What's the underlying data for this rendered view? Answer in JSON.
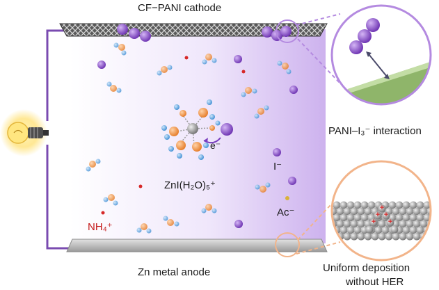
{
  "labels": {
    "cathode": "CF−PANI cathode",
    "anode": "Zn metal anode",
    "interaction": "PANI–I₃⁻ interaction",
    "uniform_line1": "Uniform deposition",
    "uniform_line2": "without HER",
    "complex": "ZnI(H₂O)₅⁺",
    "electron": "e⁻",
    "iodide": "I⁻",
    "acetate": "Ac⁻",
    "ammonium": "NH₄⁺"
  },
  "colors": {
    "iodine": "#8b4bc8",
    "zinc": "#8c8c8c",
    "oxygen": "#f28c3c",
    "hydrogen": "#5aa6e0",
    "ammonium": "#d62828",
    "acetate": "#d9b23a",
    "pani": "#8fb56a",
    "frame": "#7a4bb0"
  }
}
